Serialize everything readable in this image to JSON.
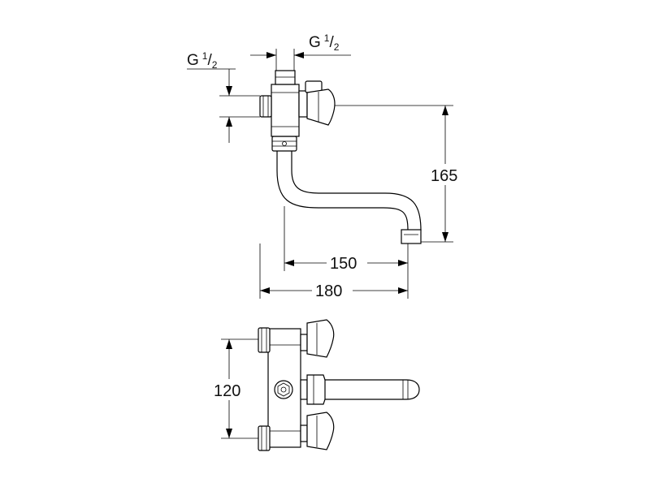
{
  "dimensions": {
    "thread_left": {
      "base": "G",
      "numerator": "1",
      "denominator": "2"
    },
    "thread_right": {
      "base": "G",
      "numerator": "1",
      "denominator": "2"
    },
    "height_165": "165",
    "projection_150": "150",
    "projection_180": "180",
    "center_distance_120": "120"
  }
}
